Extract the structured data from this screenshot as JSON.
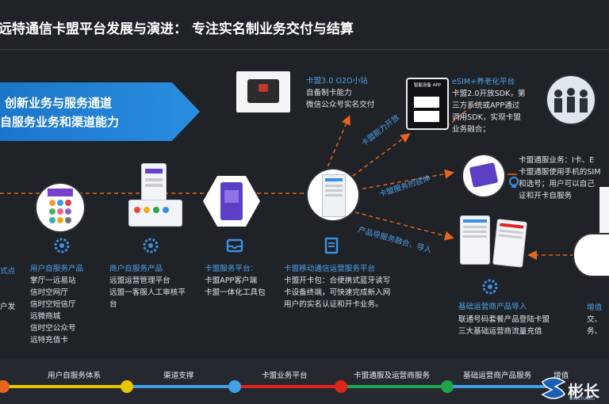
{
  "title": "远特通信卡盟平台发展与演进：  专注实名制业务交付与结算",
  "banner": {
    "line1": "创新业务与服务通道",
    "line2": "自服务业务和渠道能力"
  },
  "left_stub": {
    "label": "式点",
    "text": "户发"
  },
  "nodes": {
    "user_self_service": {
      "title": "用户自服务产品",
      "lines": [
        "掌厅一远易站",
        "信时空网厅",
        "信时空短信厅",
        "远微商城",
        "信时空公众号",
        "远特充值卡"
      ]
    },
    "merchant_self_service": {
      "title": "商户自服务产品",
      "lines": [
        "远盟运营管理平台",
        "远盟一客服人工审核平",
        "台"
      ]
    },
    "service_platform": {
      "title": "卡盟服务平台：",
      "lines": [
        "卡盟APP客户端",
        "卡盟一体化工具包"
      ]
    },
    "mobile_ops": {
      "title": "卡盟移动通信运营服务平台",
      "lines": [
        "卡盟开卡包：合便携式蓝牙读写",
        "卡设备终端，可快速完成新入网",
        "用户的实名认证和开卡业务。"
      ]
    },
    "o2o": {
      "title": "卡盟3.0 O2O小站",
      "lines": [
        "自备制卡能力",
        "微信公众号实名交付"
      ]
    },
    "esim": {
      "title": "eSIM+养老化平台",
      "lines": [
        "卡盟2.0开放SDK，第",
        "三方系统或APP通过",
        "调用SDK，实现卡盟",
        "业务融合；"
      ]
    },
    "link_service": {
      "lines": [
        "卡盟通服业务：I卡、E",
        "卡盟通服使用手机的SIM",
        "和选号；用户可以自己",
        "证和开卡自服务"
      ]
    },
    "basic_ops": {
      "title": "基础运营商产品导入",
      "lines": [
        "联通号码套餐产品登陆卡盟",
        "三大基础运营商流量充值"
      ]
    },
    "right_stub": {
      "title": "增值",
      "lines": [
        "交、",
        "务、"
      ]
    }
  },
  "arrows": {
    "a1": "卡盟能力开放",
    "a2": "卡盟服务的延伸",
    "a3": "产品导服务融合、导入"
  },
  "device_label": "智能设备 APP",
  "timeline": {
    "segments": [
      {
        "label": "用户自服务体系",
        "color": "#e9c400"
      },
      {
        "label": "渠道支撑",
        "color": "#3fa2e6"
      },
      {
        "label": "卡盟业务平台",
        "color": "#e0231c"
      },
      {
        "label": "卡盟通服及运营商服务",
        "color": "#1fa34a"
      },
      {
        "label": "基础运营商产品服务",
        "color": "#3fa2e6"
      }
    ],
    "extra_label": "增值"
  },
  "logo": {
    "text": "彬长",
    "sub": "BINCHANG"
  },
  "colors": {
    "background": "#1f2227",
    "accent_blue": "#2a8ee0",
    "label_blue": "#4ea1ea",
    "arrow_orange": "#e8651f"
  }
}
